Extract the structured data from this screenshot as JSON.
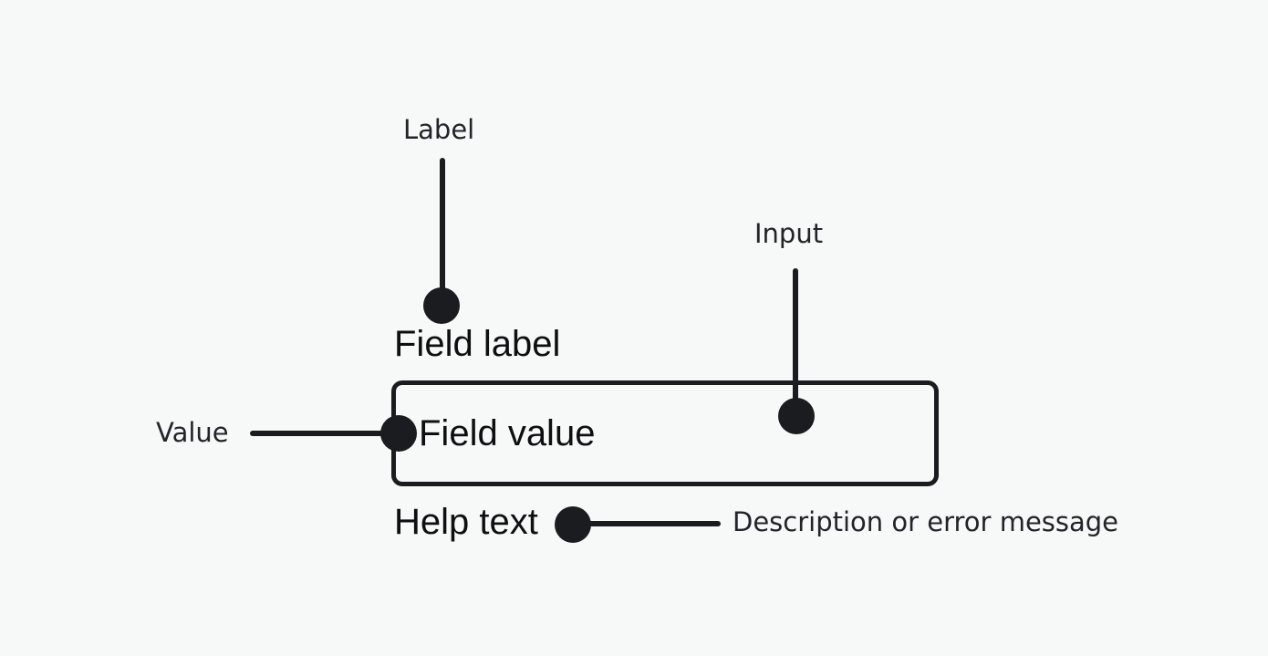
{
  "diagram": {
    "title_hint": "text-field-anatomy",
    "annotations": {
      "label": "Label",
      "input": "Input",
      "value": "Value",
      "description": "Description or error message"
    },
    "field": {
      "label": "Field label",
      "value": "Field value",
      "help": "Help text"
    },
    "colors": {
      "background": "#f7f8f8",
      "ink": "#1a1c1f",
      "annotation_text": "#212529",
      "field_text": "#0e0f10"
    }
  }
}
